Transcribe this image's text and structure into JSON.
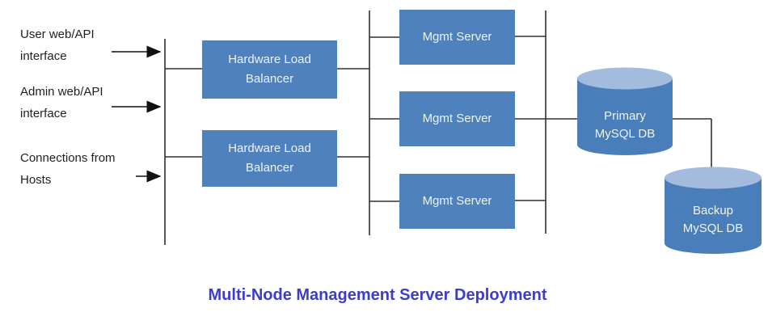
{
  "title": "Multi-Node Management Server Deployment",
  "inputs": [
    {
      "line1": "User web/API",
      "line2": "interface"
    },
    {
      "line1": "Admin web/API",
      "line2": "interface"
    },
    {
      "line1": "Connections from",
      "line2": "Hosts"
    }
  ],
  "load_balancers": [
    {
      "line1": "Hardware Load",
      "line2": "Balancer"
    },
    {
      "line1": "Hardware Load",
      "line2": "Balancer"
    }
  ],
  "mgmt_servers": [
    {
      "label": "Mgmt Server"
    },
    {
      "label": "Mgmt Server"
    },
    {
      "label": "Mgmt Server"
    }
  ],
  "databases": [
    {
      "line1": "Primary",
      "line2": "MySQL DB"
    },
    {
      "line1": "Backup",
      "line2": "MySQL DB"
    }
  ],
  "colors": {
    "node_fill": "#4f81bd",
    "node_text": "#eef3f9",
    "cylinder_top": "#a3bcdd",
    "connector_line": "#303030",
    "arrow": "#111111",
    "title_text": "#3d3dc9",
    "label_text": "#1f1f1f"
  }
}
